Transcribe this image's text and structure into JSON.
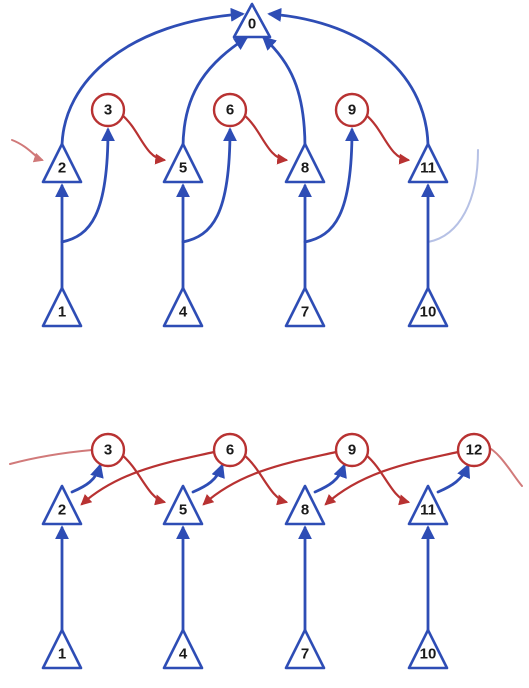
{
  "colors": {
    "blue": "#2e4db5",
    "red": "#b83232"
  },
  "top_diagram": {
    "root_node": "0",
    "triangle_nodes": [
      "1",
      "2",
      "4",
      "5",
      "7",
      "8",
      "10",
      "11"
    ],
    "circle_nodes": [
      "3",
      "6",
      "9"
    ]
  },
  "bottom_diagram": {
    "triangle_nodes": [
      "1",
      "2",
      "4",
      "5",
      "7",
      "8",
      "10",
      "11"
    ],
    "circle_nodes": [
      "3",
      "6",
      "9",
      "12"
    ]
  }
}
